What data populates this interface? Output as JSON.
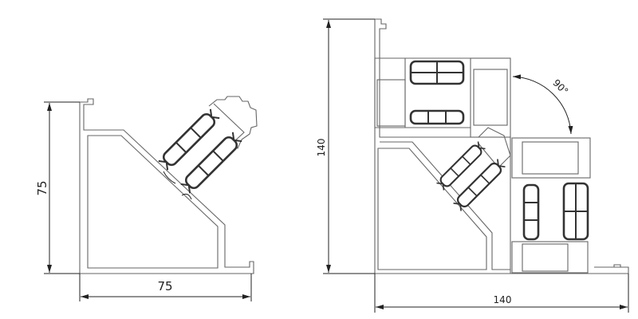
{
  "drawings": [
    {
      "name": "corner-75",
      "width_label": "75",
      "height_label": "75"
    },
    {
      "name": "corner-140",
      "width_label": "140",
      "height_label": "140",
      "angle_label": "90°"
    }
  ],
  "colors": {
    "line": "#666666",
    "dimension": "#222222",
    "gasket": "#333333"
  }
}
